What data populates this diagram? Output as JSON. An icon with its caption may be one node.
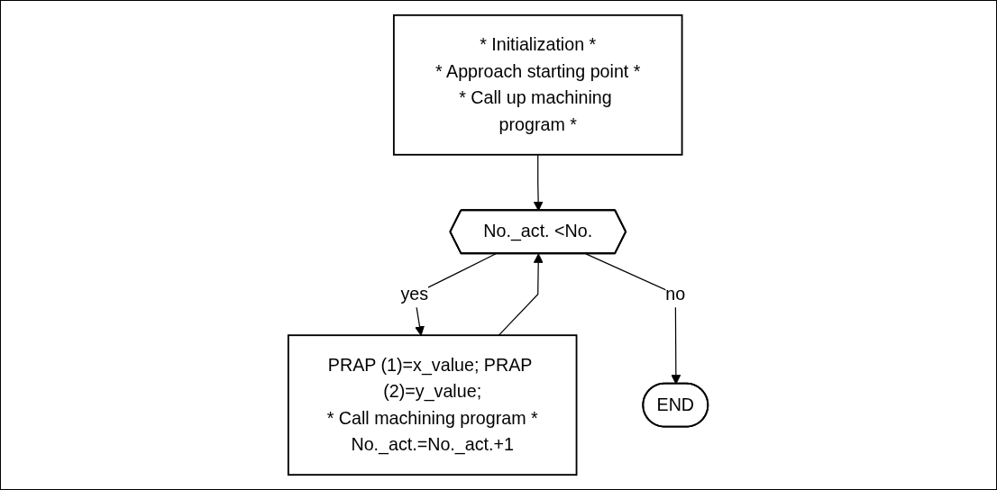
{
  "diagram": {
    "nodes": [
      {
        "text": [
          "* Initialization *",
          "* Approach starting point *",
          "* Call up machining program *"
        ]
      },
      {
        "text": [
          "No._act. <No."
        ]
      },
      {
        "text": [
          "PRAP (1)=x_value; PRAP (2)=y_value;",
          "* Call machining program *",
          "No._act.=No._act.+1"
        ]
      },
      {
        "text": [
          "END"
        ]
      }
    ],
    "edges": [
      {
        "from": 0,
        "to": 1,
        "arrow": "to"
      },
      {
        "from": 1,
        "to": 2,
        "arrow": "to",
        "label": "yes"
      },
      {
        "from": 1,
        "to": 3,
        "arrow": "to",
        "label": "no"
      },
      {
        "from": 2,
        "to": 1,
        "arrow": "to"
      }
    ]
  }
}
